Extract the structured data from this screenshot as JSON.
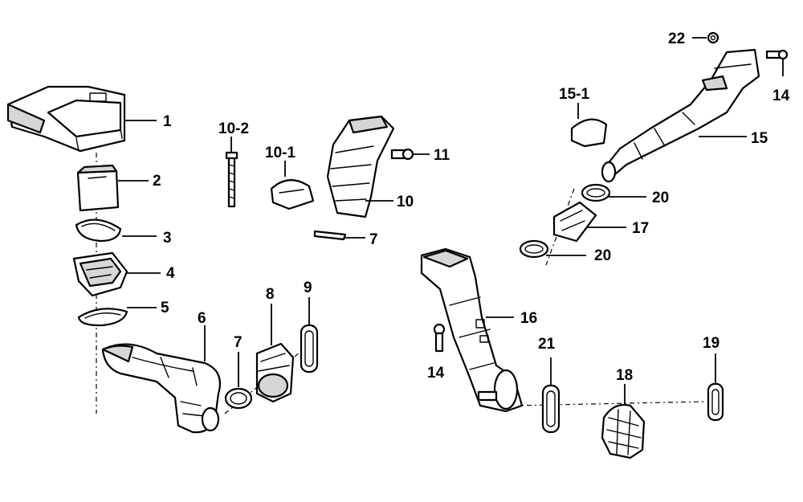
{
  "callouts": {
    "c1": "1",
    "c2": "2",
    "c3": "3",
    "c4": "4",
    "c5": "5",
    "c6": "6",
    "c7a": "7",
    "c7b": "7",
    "c8": "8",
    "c9": "9",
    "c10": "10",
    "c10_1": "10-1",
    "c10_2": "10-2",
    "c11": "11",
    "c14a": "14",
    "c14b": "14",
    "c15": "15",
    "c15_1": "15-1",
    "c16": "16",
    "c17": "17",
    "c18": "18",
    "c19": "19",
    "c20a": "20",
    "c20b": "20",
    "c21": "21",
    "c22": "22"
  },
  "colors": {
    "line": "#000000",
    "background": "#ffffff",
    "shade": "#d6d6d6"
  }
}
